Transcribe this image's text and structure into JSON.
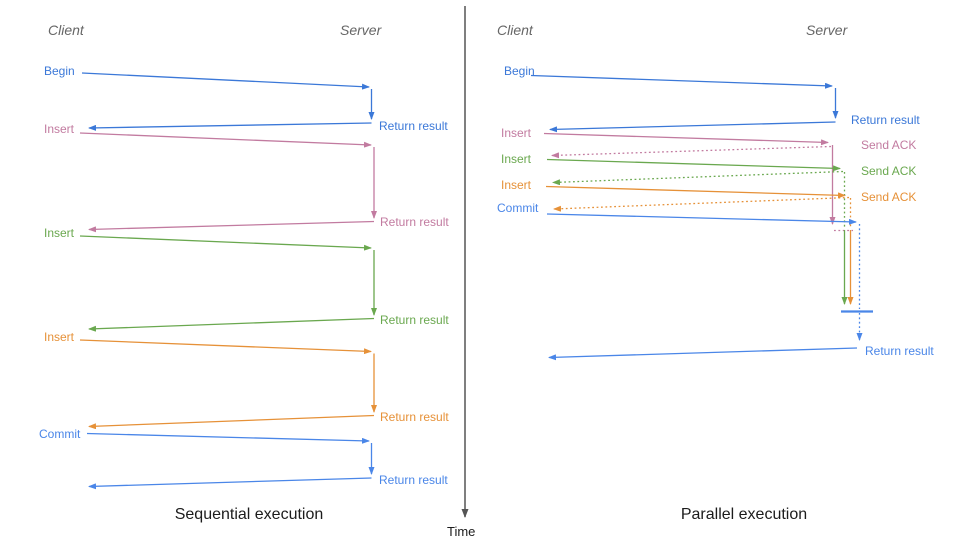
{
  "colors": {
    "blue-begin": "#3b78d8",
    "blue-commit": "#4a86e8",
    "pink": "#c27ba0",
    "green": "#6aa84f",
    "orange": "#e69138",
    "axis": "#555555",
    "header-gray": "#666666",
    "text-black": "#1c1c1c"
  },
  "time_axis": {
    "label": "Time"
  },
  "sequential": {
    "title": "Sequential execution",
    "client_header": "Client",
    "server_header": "Server",
    "messages": [
      {
        "label": "Begin",
        "color": "blue-begin",
        "return_label": "Return result"
      },
      {
        "label": "Insert",
        "color": "pink",
        "return_label": "Return result"
      },
      {
        "label": "Insert",
        "color": "green",
        "return_label": "Return result"
      },
      {
        "label": "Insert",
        "color": "orange",
        "return_label": "Return result"
      },
      {
        "label": "Commit",
        "color": "blue-commit",
        "return_label": "Return result"
      }
    ]
  },
  "parallel": {
    "title": "Parallel execution",
    "client_header": "Client",
    "server_header": "Server",
    "messages": [
      {
        "label": "Begin",
        "color": "blue-begin",
        "return_label": "Return result"
      },
      {
        "label": "Insert",
        "color": "pink",
        "ack_label": "Send ACK"
      },
      {
        "label": "Insert",
        "color": "green",
        "ack_label": "Send ACK"
      },
      {
        "label": "Insert",
        "color": "orange",
        "ack_label": "Send ACK"
      },
      {
        "label": "Commit",
        "color": "blue-commit",
        "return_label": "Return result"
      }
    ]
  }
}
